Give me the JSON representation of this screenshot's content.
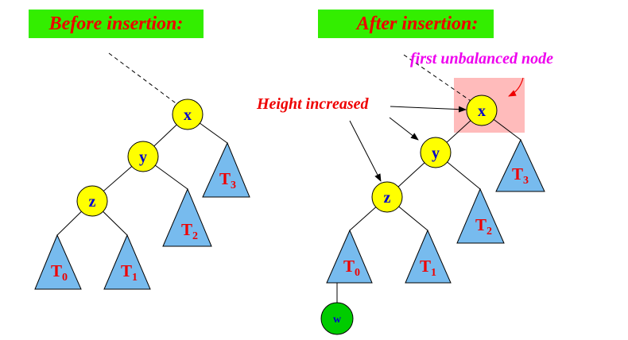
{
  "before": {
    "title": "Before insertion:",
    "nodes": {
      "x": "x",
      "y": "y",
      "z": "z"
    },
    "subtrees": [
      {
        "main": "T",
        "sub": "0"
      },
      {
        "main": "T",
        "sub": "1"
      },
      {
        "main": "T",
        "sub": "2"
      },
      {
        "main": "T",
        "sub": "3"
      }
    ]
  },
  "after": {
    "title": "After insertion:",
    "nodes": {
      "x": "x",
      "y": "y",
      "z": "z",
      "w": "w"
    },
    "subtrees": [
      {
        "main": "T",
        "sub": "0"
      },
      {
        "main": "T",
        "sub": "1"
      },
      {
        "main": "T",
        "sub": "2"
      },
      {
        "main": "T",
        "sub": "3"
      }
    ],
    "unbalanced_label": "first unbalanced node",
    "height_label": "Height increased"
  },
  "colors": {
    "title_bg": "#33ee00",
    "title_text": "#ee0000",
    "node_fill": "#ffff00",
    "node_text": "#0000cc",
    "new_node_fill": "#00cc00",
    "subtree_fill": "#77bbee",
    "subtree_text": "#ee0000",
    "highlight": "#ffbbbb",
    "unbalanced_text": "#ee00ee",
    "height_text": "#ee0000"
  }
}
